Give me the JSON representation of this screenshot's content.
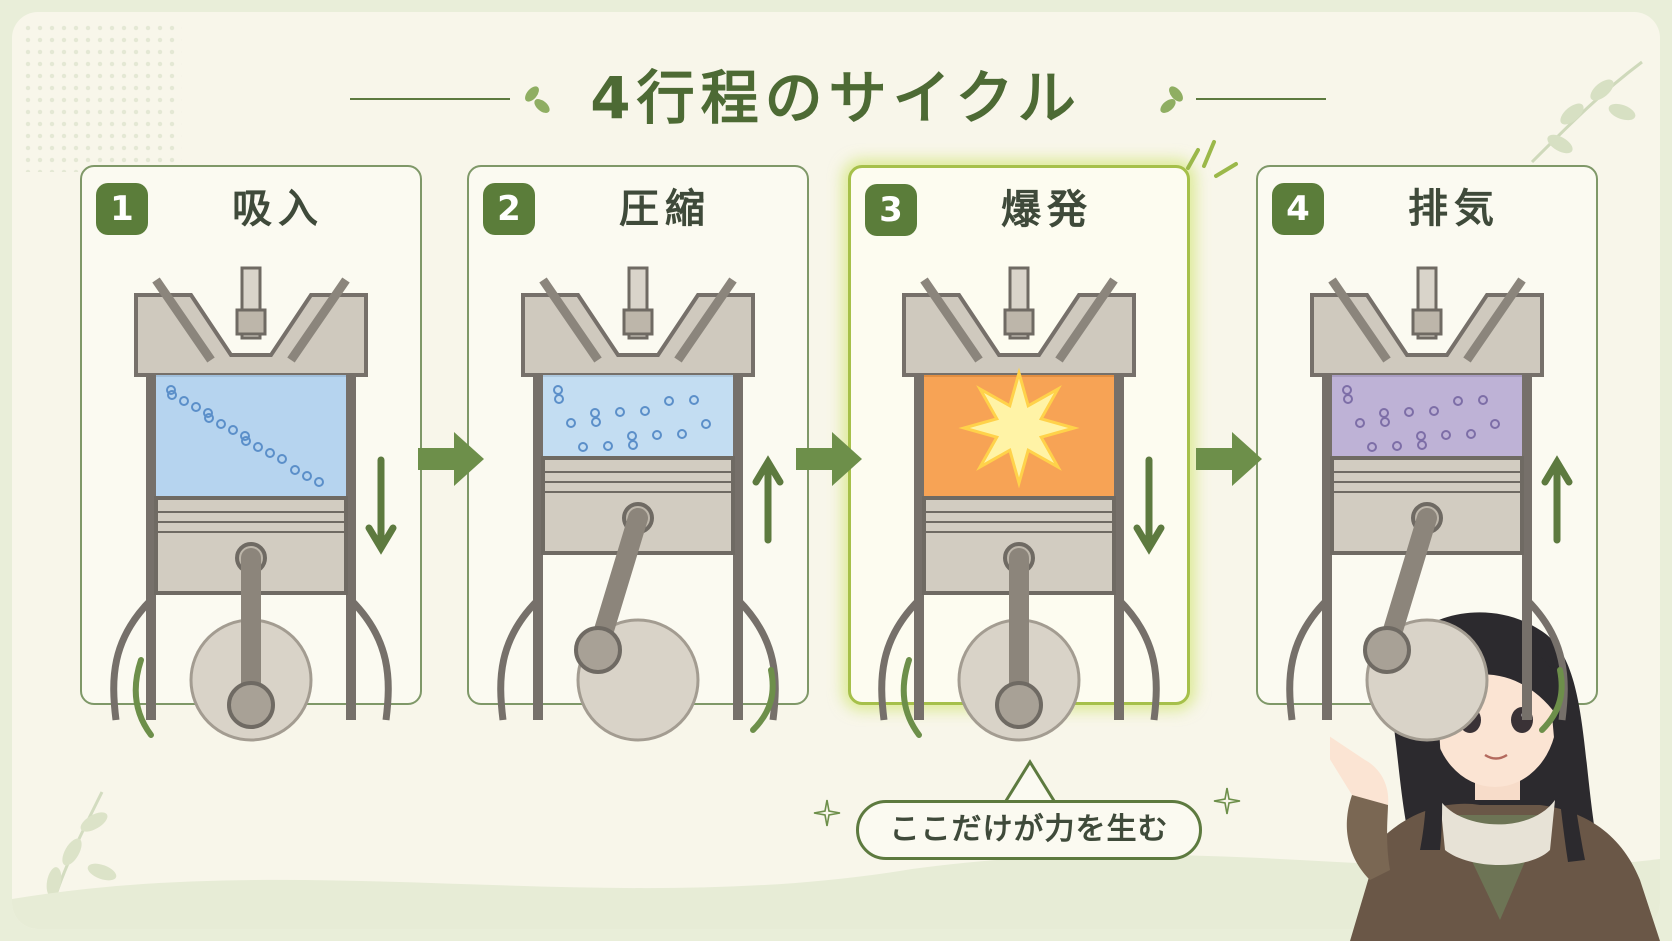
{
  "title": "4行程のサイクル",
  "strokes": [
    {
      "num": "1",
      "name": "吸入",
      "piston": "down",
      "state": "intake"
    },
    {
      "num": "2",
      "name": "圧縮",
      "piston": "up",
      "state": "compression"
    },
    {
      "num": "3",
      "name": "爆発",
      "piston": "down",
      "state": "power",
      "highlight": true
    },
    {
      "num": "4",
      "name": "排気",
      "piston": "up",
      "state": "exhaust"
    }
  ],
  "callout": "ここだけが力を生む",
  "colors": {
    "accent": "#5b7d3a",
    "intake_gas": "#a9cdee",
    "compression_gas": "#b8d7f2",
    "power_fire": "#f6933a",
    "exhaust_gas": "#b3a5d1",
    "highlight_glow": "#c8e15a"
  },
  "icons": {
    "flow": "right-arrow-icon",
    "piston_motion": "vertical-arrow-icon",
    "crank_rotation": "curved-arrow-icon"
  }
}
